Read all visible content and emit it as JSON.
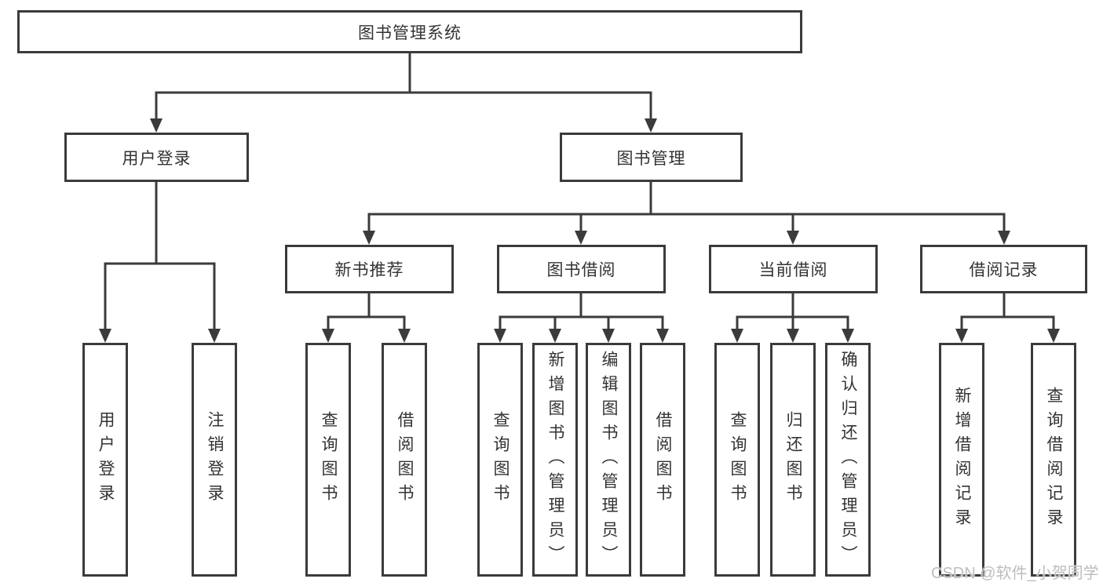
{
  "tree": {
    "label": "图书管理系统",
    "children": [
      {
        "label": "用户登录",
        "children": [
          {
            "label": "用户登录"
          },
          {
            "label": "注销登录"
          }
        ]
      },
      {
        "label": "图书管理",
        "children": [
          {
            "label": "新书推荐",
            "children": [
              {
                "label": "查询图书"
              },
              {
                "label": "借阅图书"
              }
            ]
          },
          {
            "label": "图书借阅",
            "children": [
              {
                "label": "查询图书"
              },
              {
                "label": "新增图书（管理员）"
              },
              {
                "label": "编辑图书（管理员）"
              },
              {
                "label": "借阅图书"
              }
            ]
          },
          {
            "label": "当前借阅",
            "children": [
              {
                "label": "查询图书"
              },
              {
                "label": "归还图书"
              },
              {
                "label": "确认归还（管理员）"
              }
            ]
          },
          {
            "label": "借阅记录",
            "children": [
              {
                "label": "新增借阅记录"
              },
              {
                "label": "查询借阅记录"
              }
            ]
          }
        ]
      }
    ]
  },
  "watermark": {
    "text": "CSDN @软件_小贺同学"
  },
  "colors": {
    "line": "#3b3b3b",
    "text": "#333333",
    "background": "#ffffff",
    "watermark": "#bdbdbd"
  }
}
